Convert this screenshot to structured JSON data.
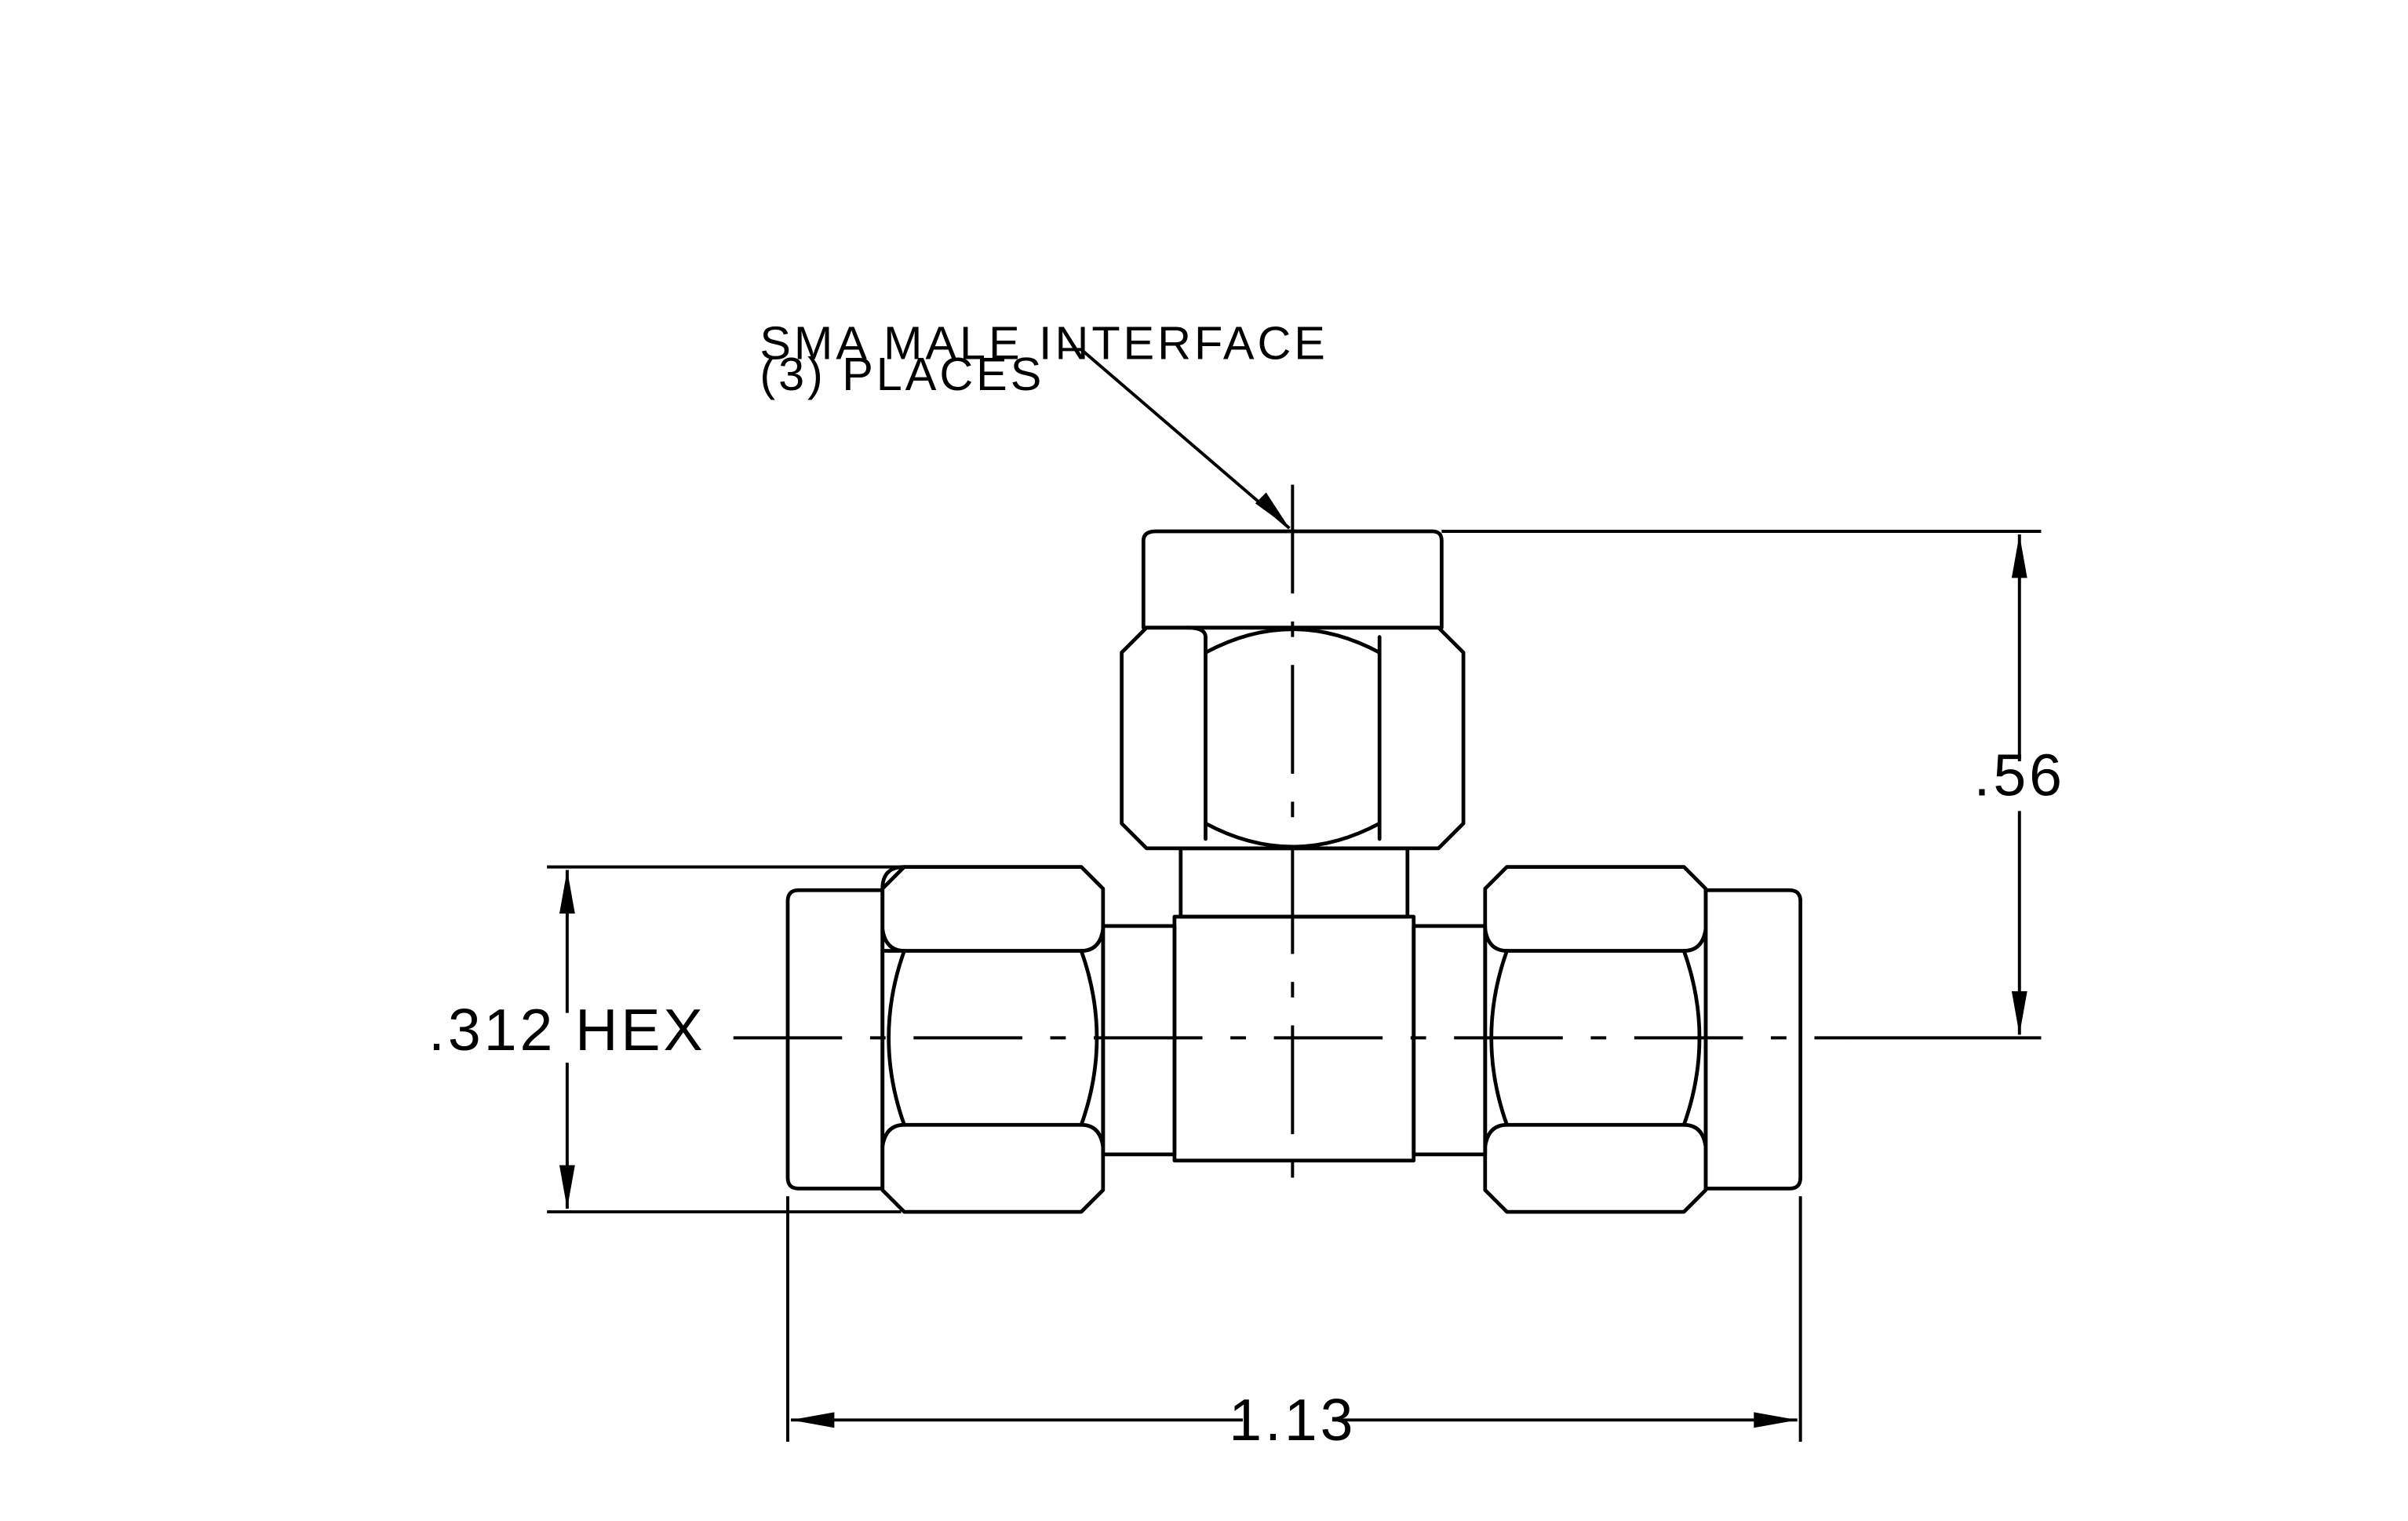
{
  "drawing": {
    "note": {
      "line1": "SMA MALE INTERFACE",
      "line2": "(3)  PLACES"
    },
    "dimensions": {
      "height": ".56",
      "hex": ".312  HEX",
      "width": "1.13"
    }
  }
}
